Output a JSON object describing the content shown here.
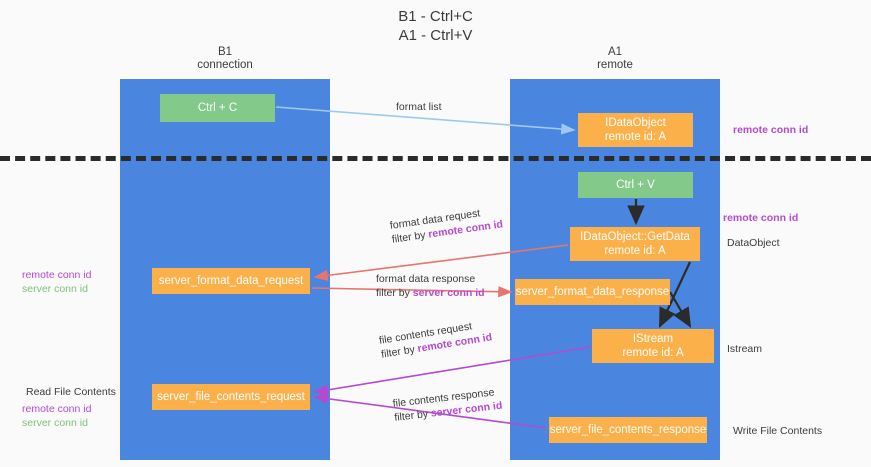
{
  "title": {
    "line1": "B1 - Ctrl+C",
    "line2": "A1 - Ctrl+V"
  },
  "lanes": [
    {
      "name": "B1",
      "role": "connection",
      "color": "#4a86e0"
    },
    {
      "name": "A1",
      "role": "remote",
      "color": "#4a86e0"
    }
  ],
  "colors": {
    "lane": "#4a86e0",
    "green_box": "#82c98a",
    "orange_box": "#fbb04a",
    "remote_conn_id": "#b44ad0",
    "server_conn_id": "#7ec07e",
    "arrow_blue": "#9ec9ec",
    "arrow_red": "#e8756b",
    "arrow_purple": "#b44ad0",
    "arrow_dark": "#2b2b2b",
    "divider": "#2b2b2b",
    "background": "#fafafa"
  },
  "boxes": {
    "ctrl_c": {
      "label": "Ctrl + C"
    },
    "idataobject": {
      "line1": "IDataObject",
      "line2": "remote id: A"
    },
    "ctrl_v": {
      "label": "Ctrl + V"
    },
    "getdata": {
      "line1": "IDataObject::GetData",
      "line2": "remote id: A"
    },
    "server_format_data_request": {
      "label": "server_format_data_request"
    },
    "server_format_data_response": {
      "label": "server_format_data_response"
    },
    "istream": {
      "line1": "IStream",
      "line2": "remote id: A"
    },
    "server_file_contents_request": {
      "label": "server_file_contents_request"
    },
    "server_file_contents_response": {
      "label": "server_file_contents_response"
    }
  },
  "edges": {
    "format_list": {
      "label": "format list"
    },
    "format_data_request": {
      "line1": "format data request",
      "filter_prefix": "filter by ",
      "filter_key": "remote conn id"
    },
    "format_data_response": {
      "line1": "format data response",
      "filter_prefix": "filter by ",
      "filter_key": "server conn id"
    },
    "file_contents_request": {
      "line1": "file contents request",
      "filter_prefix": "filter by ",
      "filter_key": "remote conn id"
    },
    "file_contents_response": {
      "line1": "file contents response",
      "filter_prefix": "filter by ",
      "filter_key": "server conn id"
    }
  },
  "annotations": {
    "right_remote_1": "remote conn id",
    "right_remote_2": "remote conn id",
    "dataobject": "DataObject",
    "istream": "Istream",
    "write_file_contents": "Write File Contents",
    "left_remote": "remote conn id",
    "left_server": "server conn id",
    "read_file_contents": "Read File Contents",
    "left_remote_2": "remote conn id",
    "left_server_2": "server conn id"
  }
}
